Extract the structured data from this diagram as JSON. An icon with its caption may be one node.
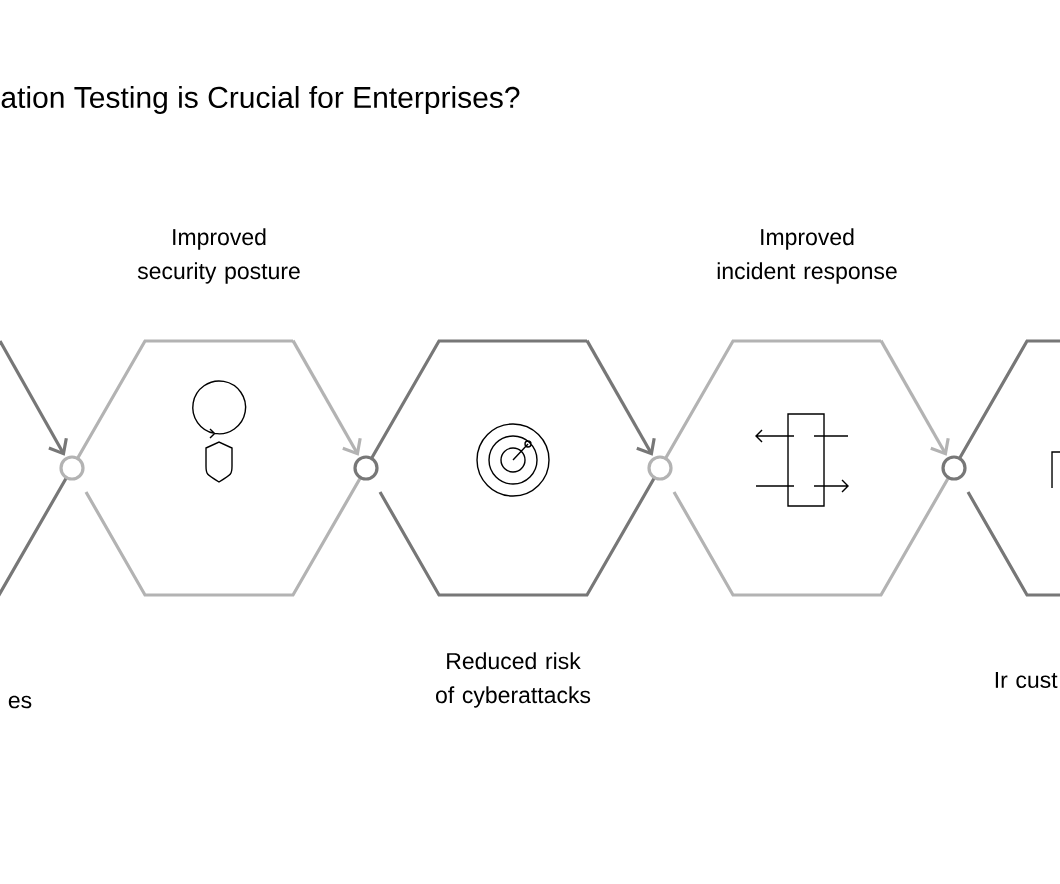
{
  "diagram": {
    "title": "ation Testing is Crucial for Enterprises?",
    "nodes": [
      {
        "text": [
          "es"
        ]
      },
      {
        "text": [
          "Improved security posture"
        ]
      },
      {
        "text": [
          "Reduced risk of cyberattacks"
        ]
      },
      {
        "text": [
          "Improved incident response"
        ]
      },
      {
        "text": [
          "Ir cust"
        ]
      }
    ],
    "edges": [
      {
        "from": null,
        "to": 1,
        "arrow": "to",
        "color": "#777777"
      },
      {
        "from": 1,
        "to": 2,
        "arrow": "to",
        "color": "#b3b3b3"
      },
      {
        "from": 2,
        "to": 3,
        "arrow": "to",
        "color": "#777777"
      },
      {
        "from": 3,
        "to": 4,
        "arrow": "to",
        "color": "#b3b3b3"
      }
    ]
  }
}
